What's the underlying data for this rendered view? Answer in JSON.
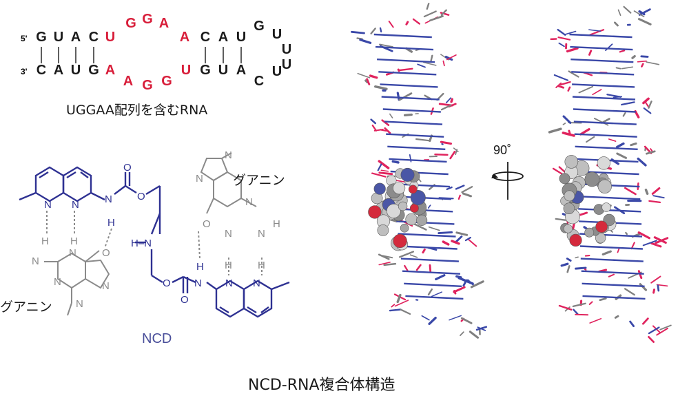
{
  "colors": {
    "black": "#1a1a1a",
    "red": "#d81e3a",
    "blue": "#2e3192",
    "gray": "#8a8a8a",
    "ncd_label": "#4a4f9a",
    "helix_red": "#e0245e",
    "helix_blue": "#3a48a8",
    "helix_gray": "#808080"
  },
  "rna": {
    "five_prime": "5'",
    "three_prime": "3'",
    "top": [
      {
        "b": "G",
        "c": "black"
      },
      {
        "b": "U",
        "c": "black"
      },
      {
        "b": "A",
        "c": "black"
      },
      {
        "b": "C",
        "c": "black"
      },
      {
        "b": "U",
        "c": "red"
      },
      {
        "b": "G",
        "c": "red"
      },
      {
        "b": "G",
        "c": "red"
      },
      {
        "b": "A",
        "c": "red"
      },
      {
        "b": "A",
        "c": "red"
      },
      {
        "b": "C",
        "c": "black"
      },
      {
        "b": "A",
        "c": "black"
      },
      {
        "b": "U",
        "c": "black"
      },
      {
        "b": "G",
        "c": "black"
      },
      {
        "b": "U",
        "c": "black"
      }
    ],
    "loop": [
      {
        "b": "U",
        "c": "black"
      },
      {
        "b": "U",
        "c": "black"
      }
    ],
    "bottom": [
      {
        "b": "C",
        "c": "black"
      },
      {
        "b": "A",
        "c": "black"
      },
      {
        "b": "U",
        "c": "black"
      },
      {
        "b": "G",
        "c": "black"
      },
      {
        "b": "A",
        "c": "red"
      },
      {
        "b": "A",
        "c": "red"
      },
      {
        "b": "G",
        "c": "red"
      },
      {
        "b": "G",
        "c": "red"
      },
      {
        "b": "U",
        "c": "red"
      },
      {
        "b": "G",
        "c": "black"
      },
      {
        "b": "U",
        "c": "black"
      },
      {
        "b": "A",
        "c": "black"
      },
      {
        "b": "C",
        "c": "black"
      },
      {
        "b": "U",
        "c": "black"
      }
    ],
    "caption": "UGGAA配列を含むRNA"
  },
  "chem": {
    "guanine_upper": "グアニン",
    "guanine_lower": "グアニン",
    "ncd": "NCD",
    "atoms": {
      "N": "N",
      "H": "H",
      "O": "O",
      "NH": "N",
      "HN": "H–N"
    }
  },
  "rotation": "90˚",
  "bottom_caption": "NCD-RNA複合体構造"
}
